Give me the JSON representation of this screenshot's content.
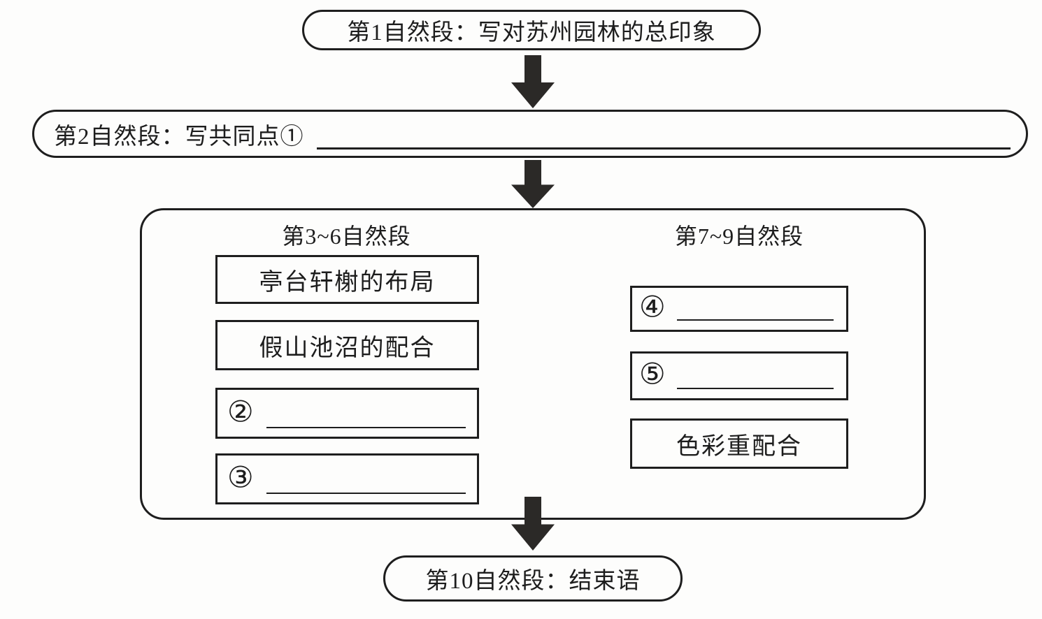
{
  "colors": {
    "ink": "#1e1e1e",
    "arrow_fill": "#2b2927",
    "background": "#fdfdfc"
  },
  "flowchart": {
    "para1": {
      "text": "第1自然段：写对苏州园林的总印象"
    },
    "para2": {
      "text": "第2自然段：写共同点①"
    },
    "middle": {
      "left": {
        "header": "第3~6自然段",
        "boxes": [
          {
            "type": "text",
            "label": "亭台轩榭的布局"
          },
          {
            "type": "text",
            "label": "假山池沼的配合"
          },
          {
            "type": "blank",
            "marker": "②"
          },
          {
            "type": "blank",
            "marker": "③"
          }
        ]
      },
      "right": {
        "header": "第7~9自然段",
        "boxes": [
          {
            "type": "blank",
            "marker": "④"
          },
          {
            "type": "blank",
            "marker": "⑤"
          },
          {
            "type": "text",
            "label": "色彩重配合"
          }
        ]
      }
    },
    "para10": {
      "text": "第10自然段：结束语"
    },
    "arrows": [
      "down-arrow",
      "down-arrow",
      "down-arrow"
    ]
  }
}
